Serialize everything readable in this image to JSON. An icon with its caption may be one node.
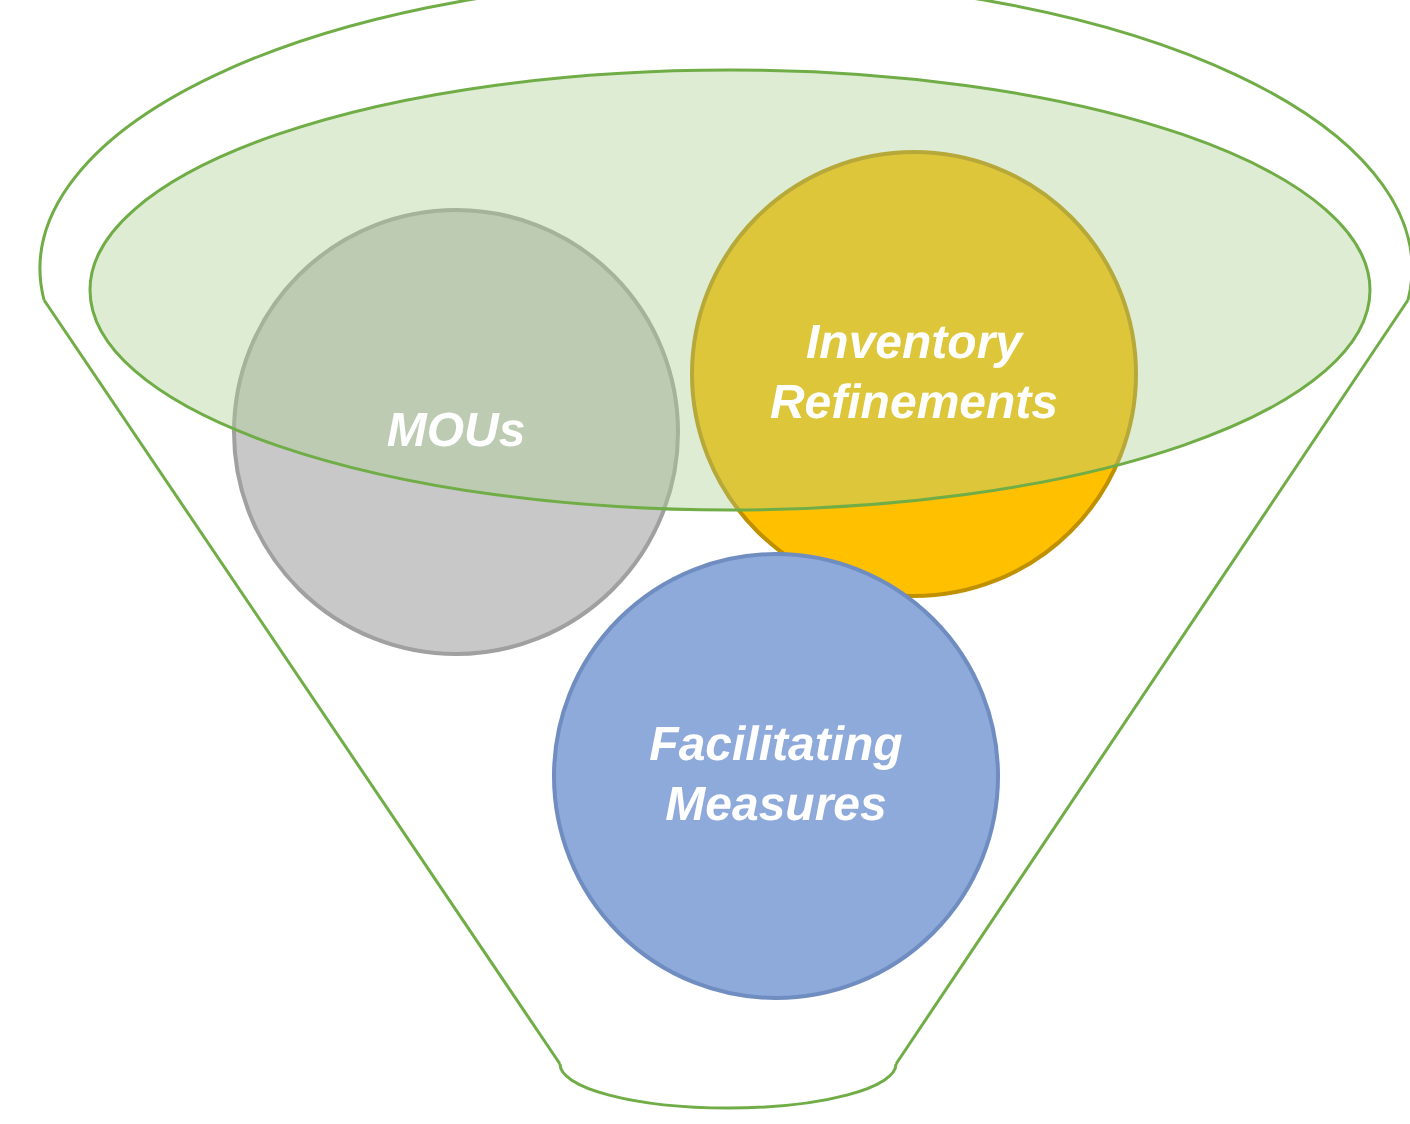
{
  "diagram": {
    "nodes": [
      {
        "text": [
          "Inventory Refinements"
        ]
      },
      {
        "text": [
          "MOUs"
        ]
      },
      {
        "text": [
          "Facilitating Measures"
        ]
      }
    ]
  }
}
